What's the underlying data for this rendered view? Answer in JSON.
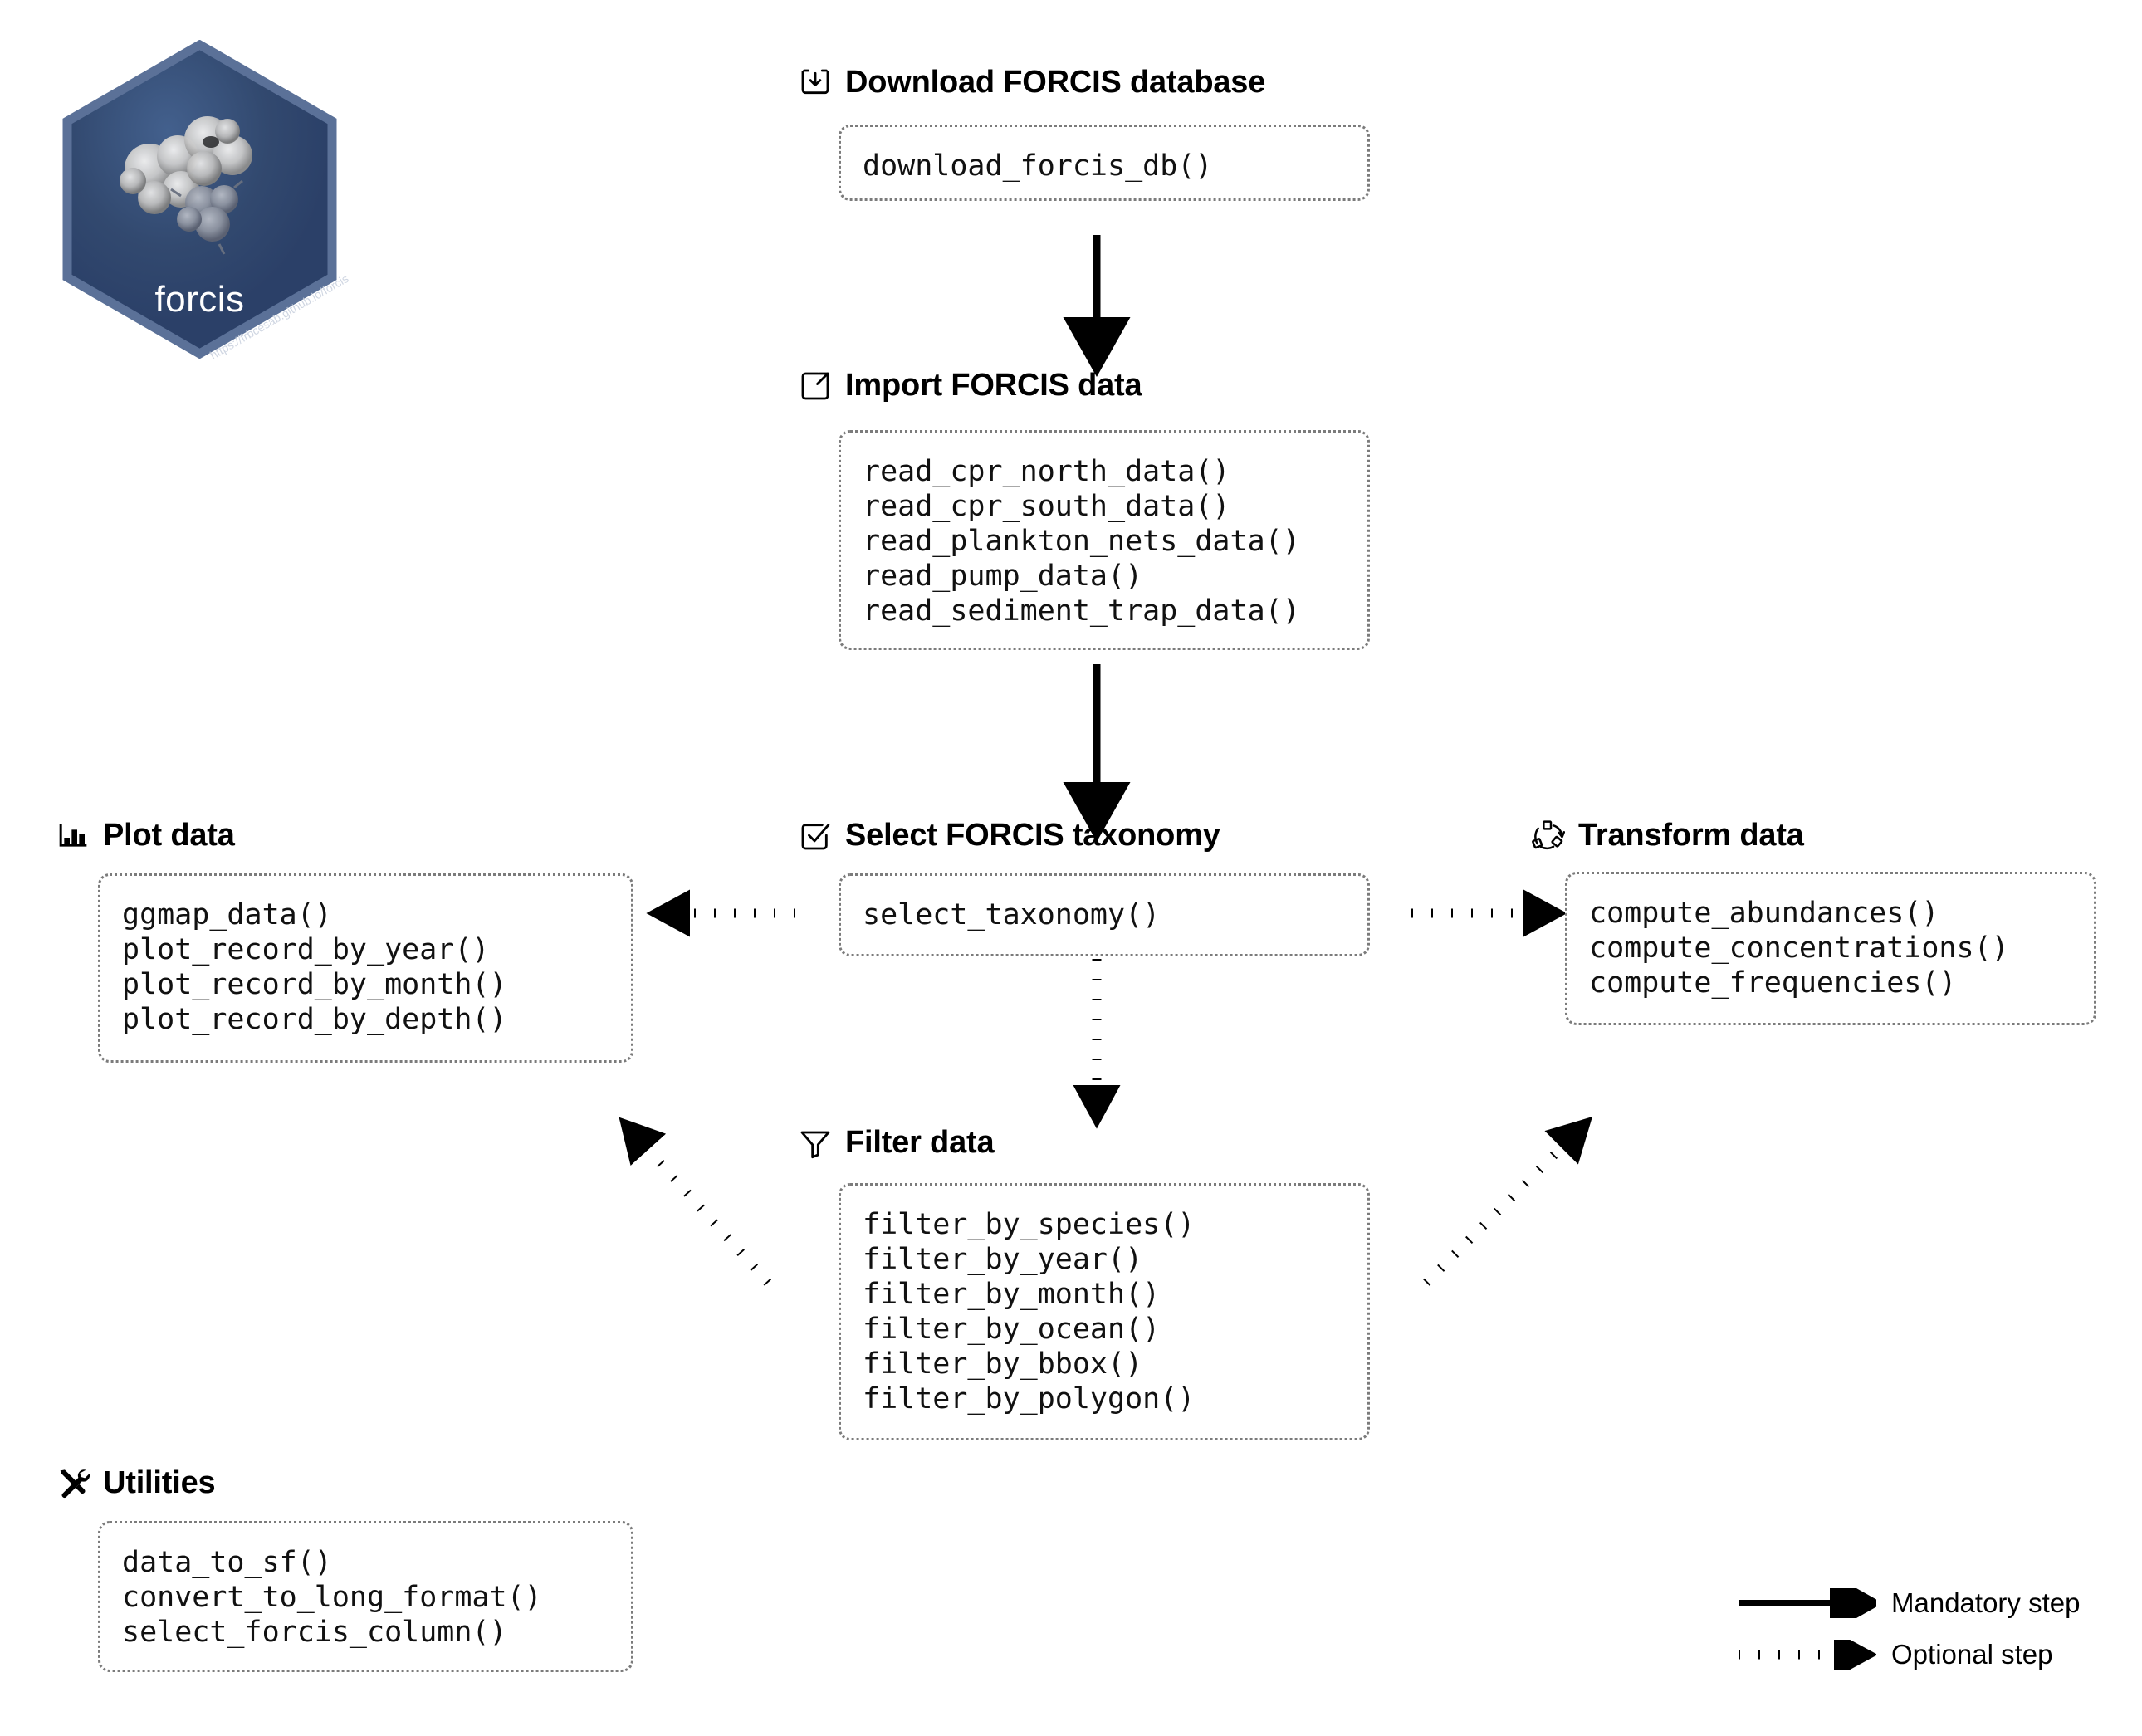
{
  "logo": {
    "name": "forcis",
    "url": "https://frbcesab.github.io/forcis",
    "hex_fill": "#2e4770",
    "hex_border": "#556d94"
  },
  "sections": [
    {
      "id": "download",
      "icon": "download-icon",
      "title": "Download FORCIS database",
      "functions": [
        "download_forcis_db()"
      ]
    },
    {
      "id": "import",
      "icon": "box-arrow-up-right-icon",
      "title": "Import FORCIS data",
      "functions": [
        "read_cpr_north_data()",
        "read_cpr_south_data()",
        "read_plankton_nets_data()",
        "read_pump_data()",
        "read_sediment_trap_data()"
      ]
    },
    {
      "id": "plot",
      "icon": "bar-chart-icon",
      "title": "Plot data",
      "functions": [
        "ggmap_data()",
        "plot_record_by_year()",
        "plot_record_by_month()",
        "plot_record_by_depth()"
      ]
    },
    {
      "id": "taxonomy",
      "icon": "checkbox-checked-icon",
      "title": "Select FORCIS taxonomy",
      "functions": [
        "select_taxonomy()"
      ]
    },
    {
      "id": "transform",
      "icon": "transform-shuffle-icon",
      "title": "Transform data",
      "functions": [
        "compute_abundances()",
        "compute_concentrations()",
        "compute_frequencies()"
      ]
    },
    {
      "id": "filter",
      "icon": "funnel-icon",
      "title": "Filter data",
      "functions": [
        "filter_by_species()",
        "filter_by_year()",
        "filter_by_month()",
        "filter_by_ocean()",
        "filter_by_bbox()",
        "filter_by_polygon()"
      ]
    },
    {
      "id": "utilities",
      "icon": "tools-icon",
      "title": "Utilities",
      "functions": [
        "data_to_sf()",
        "convert_to_long_format()",
        "select_forcis_column()"
      ]
    }
  ],
  "legend": {
    "mandatory_label": "Mandatory step",
    "optional_label": "Optional step",
    "line_color": "#000000"
  }
}
